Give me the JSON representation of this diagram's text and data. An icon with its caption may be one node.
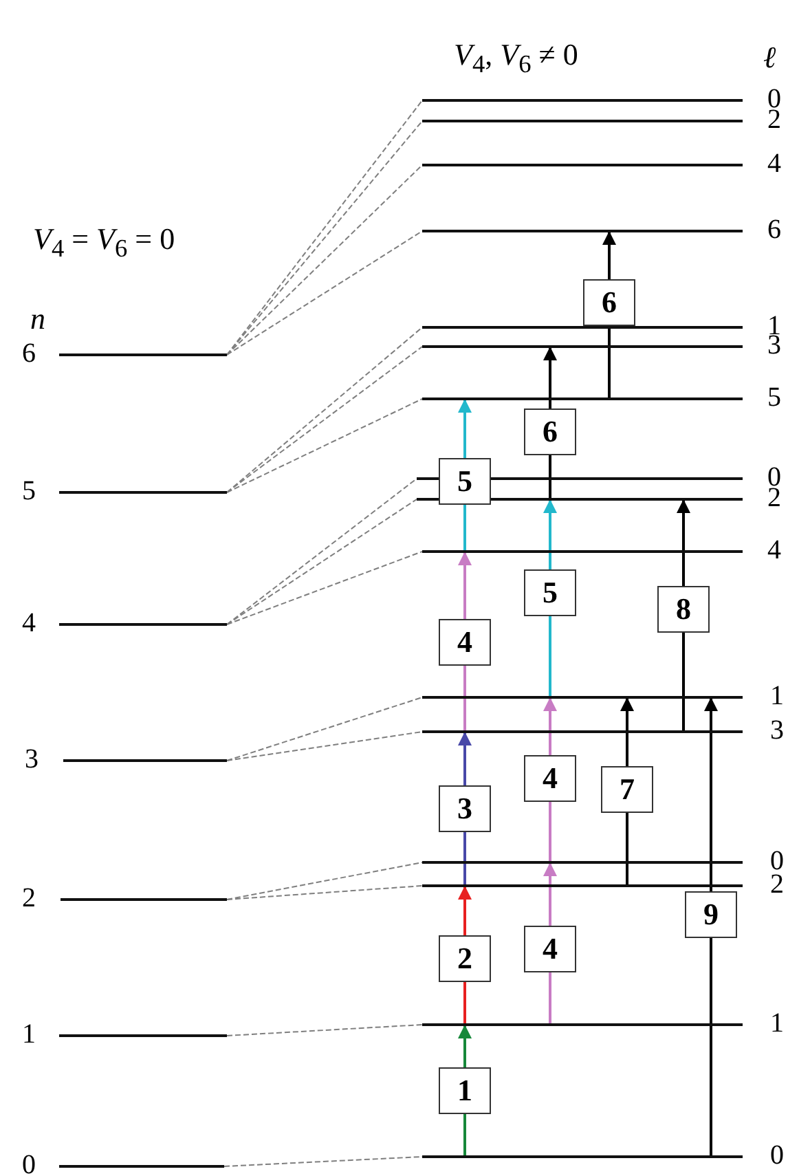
{
  "diagram": {
    "nodes": [
      {
        "text": [],
        "shape": "bar",
        "beside": [
          "6"
        ]
      },
      {
        "text": [],
        "shape": "bar",
        "beside": [
          "5"
        ]
      },
      {
        "text": [],
        "shape": "bar",
        "beside": [
          "4"
        ]
      },
      {
        "text": [],
        "shape": "bar",
        "beside": [
          "3"
        ]
      },
      {
        "text": [],
        "shape": "bar",
        "beside": [
          "2"
        ]
      },
      {
        "text": [],
        "shape": "bar",
        "beside": [
          "1"
        ]
      },
      {
        "text": [],
        "shape": "bar",
        "beside": [
          "0"
        ]
      },
      {
        "text": [],
        "shape": "bar",
        "beside": [
          "0"
        ]
      },
      {
        "text": [],
        "shape": "bar",
        "beside": [
          "2"
        ]
      },
      {
        "text": [],
        "shape": "bar",
        "beside": [
          "4"
        ]
      },
      {
        "text": [],
        "shape": "bar",
        "beside": [
          "6"
        ]
      },
      {
        "text": [],
        "shape": "bar",
        "beside": [
          "1"
        ]
      },
      {
        "text": [],
        "shape": "bar",
        "beside": [
          "3"
        ]
      },
      {
        "text": [],
        "shape": "bar",
        "beside": [
          "5"
        ]
      },
      {
        "text": [],
        "shape": "bar",
        "beside": [
          "0"
        ]
      },
      {
        "text": [],
        "shape": "bar",
        "beside": [
          "2"
        ]
      },
      {
        "text": [],
        "shape": "bar",
        "beside": [
          "4"
        ]
      },
      {
        "text": [],
        "shape": "bar",
        "beside": [
          "1"
        ]
      },
      {
        "text": [],
        "shape": "bar",
        "beside": [
          "3"
        ]
      },
      {
        "text": [],
        "shape": "bar",
        "beside": [
          "0"
        ]
      },
      {
        "text": [],
        "shape": "bar",
        "beside": [
          "2"
        ]
      },
      {
        "text": [],
        "shape": "bar",
        "beside": [
          "1"
        ]
      },
      {
        "text": [],
        "shape": "bar",
        "beside": [
          "0"
        ]
      }
    ],
    "edges": [
      {
        "from": 0,
        "to": 7,
        "arrow": "none",
        "style": "dashed",
        "color": "#7f7f7f"
      },
      {
        "from": 0,
        "to": 8,
        "arrow": "none",
        "style": "dashed",
        "color": "#7f7f7f"
      },
      {
        "from": 0,
        "to": 9,
        "arrow": "none",
        "style": "dashed",
        "color": "#7f7f7f"
      },
      {
        "from": 0,
        "to": 10,
        "arrow": "none",
        "style": "dashed",
        "color": "#7f7f7f"
      },
      {
        "from": 1,
        "to": 11,
        "arrow": "none",
        "style": "dashed",
        "color": "#7f7f7f"
      },
      {
        "from": 1,
        "to": 12,
        "arrow": "none",
        "style": "dashed",
        "color": "#7f7f7f"
      },
      {
        "from": 1,
        "to": 13,
        "arrow": "none",
        "style": "dashed",
        "color": "#7f7f7f"
      },
      {
        "from": 2,
        "to": 14,
        "arrow": "none",
        "style": "dashed",
        "color": "#7f7f7f"
      },
      {
        "from": 2,
        "to": 15,
        "arrow": "none",
        "style": "dashed",
        "color": "#7f7f7f"
      },
      {
        "from": 2,
        "to": 16,
        "arrow": "none",
        "style": "dashed",
        "color": "#7f7f7f"
      },
      {
        "from": 3,
        "to": 17,
        "arrow": "none",
        "style": "dashed",
        "color": "#7f7f7f"
      },
      {
        "from": 3,
        "to": 18,
        "arrow": "none",
        "style": "dashed",
        "color": "#7f7f7f"
      },
      {
        "from": 4,
        "to": 19,
        "arrow": "none",
        "style": "dashed",
        "color": "#7f7f7f"
      },
      {
        "from": 4,
        "to": 20,
        "arrow": "none",
        "style": "dashed",
        "color": "#7f7f7f"
      },
      {
        "from": 5,
        "to": 21,
        "arrow": "none",
        "style": "dashed",
        "color": "#7f7f7f"
      },
      {
        "from": 6,
        "to": 22,
        "arrow": "none",
        "style": "dashed",
        "color": "#7f7f7f"
      },
      {
        "from": 22,
        "to": 21,
        "arrow": "to",
        "label": "1",
        "color": "#16883a"
      },
      {
        "from": 21,
        "to": 20,
        "arrow": "to",
        "label": "2",
        "color": "#e82020"
      },
      {
        "from": 20,
        "to": 18,
        "arrow": "to",
        "label": "3",
        "color": "#4848a8"
      },
      {
        "from": 18,
        "to": 16,
        "arrow": "to",
        "label": "4",
        "color": "#c87cc4"
      },
      {
        "from": 16,
        "to": 13,
        "arrow": "to",
        "label": "5",
        "color": "#22b8cc"
      },
      {
        "from": 21,
        "to": 19,
        "arrow": "to",
        "label": "4",
        "color": "#c87cc4"
      },
      {
        "from": 19,
        "to": 17,
        "arrow": "to",
        "label": "4",
        "color": "#c87cc4"
      },
      {
        "from": 17,
        "to": 15,
        "arrow": "to",
        "label": "5",
        "color": "#22b8cc"
      },
      {
        "from": 15,
        "to": 12,
        "arrow": "to",
        "label": "6",
        "color": "#000000"
      },
      {
        "from": 20,
        "to": 17,
        "arrow": "to",
        "label": "7",
        "color": "#000000"
      },
      {
        "from": 13,
        "to": 10,
        "arrow": "to",
        "label": "6",
        "color": "#000000"
      },
      {
        "from": 18,
        "to": 15,
        "arrow": "to",
        "label": "8",
        "color": "#000000"
      },
      {
        "from": 22,
        "to": 17,
        "arrow": "to",
        "label": "9",
        "color": "#000000"
      }
    ],
    "labels": [
      "*V*$_{4}$, *V*$_{6}$ ≠ 0",
      "ℓ",
      "*V*$_{4}$ = *V*$_{6}$ = 0",
      "n"
    ]
  }
}
